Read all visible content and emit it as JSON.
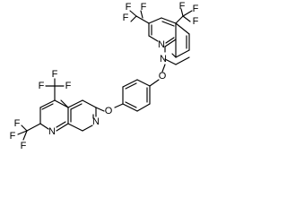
{
  "molecule": {
    "atoms": {
      "f_top_left_1": "F",
      "f_top_left_2": "F",
      "f_top_left_3": "F",
      "f_top_right_1": "F",
      "f_top_right_2": "F",
      "f_top_right_3": "F",
      "n_upper_1": "N",
      "n_upper_2": "N",
      "o_upper": "O",
      "o_lower": "O",
      "f_mid_1": "F",
      "f_mid_2": "F",
      "f_mid_3": "F",
      "f_bottom_1": "F",
      "f_bottom_2": "F",
      "f_bottom_3": "F",
      "n_lower_1": "N",
      "n_lower_2": "N"
    }
  }
}
